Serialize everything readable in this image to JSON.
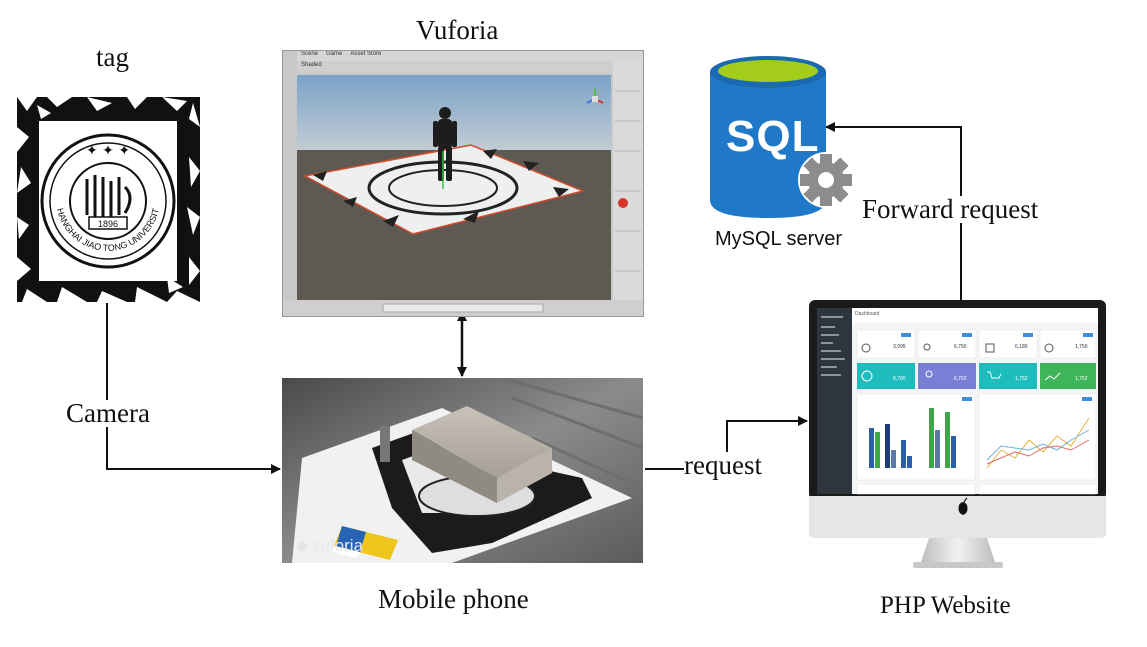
{
  "labels": {
    "tag": "tag",
    "vuforia": "Vuforia",
    "camera": "Camera",
    "mobile_phone": "Mobile phone",
    "request": "request",
    "php_website": "PHP Website",
    "forward_request": "Forward request",
    "mysql_server": "MySQL server",
    "sql_logo": "SQL"
  },
  "tag_image": {
    "seal_text": "SHANGHAI JIAO TONG UNIVERSITY",
    "year": "1896"
  },
  "unity_window": {
    "tabs": [
      "Scene",
      "Game",
      "Asset Store"
    ],
    "shading_mode": "Shaded"
  },
  "phone_image": {
    "watermark": "vuforia"
  },
  "dashboard": {
    "title": "Dashboard",
    "stat_values": [
      "3,995",
      "6,750",
      "6,180",
      "1,750"
    ],
    "highlight_values": [
      "8,780",
      "6,752",
      "1,752",
      "1,752"
    ]
  },
  "colors": {
    "arrow": "#111111",
    "sql_blue": "#1f78c8",
    "sql_lime": "#a4cc1a",
    "gear_gray": "#8c8c8c",
    "teal": "#1ebdbd",
    "purple": "#7a7fd6",
    "green": "#3fb55a"
  }
}
